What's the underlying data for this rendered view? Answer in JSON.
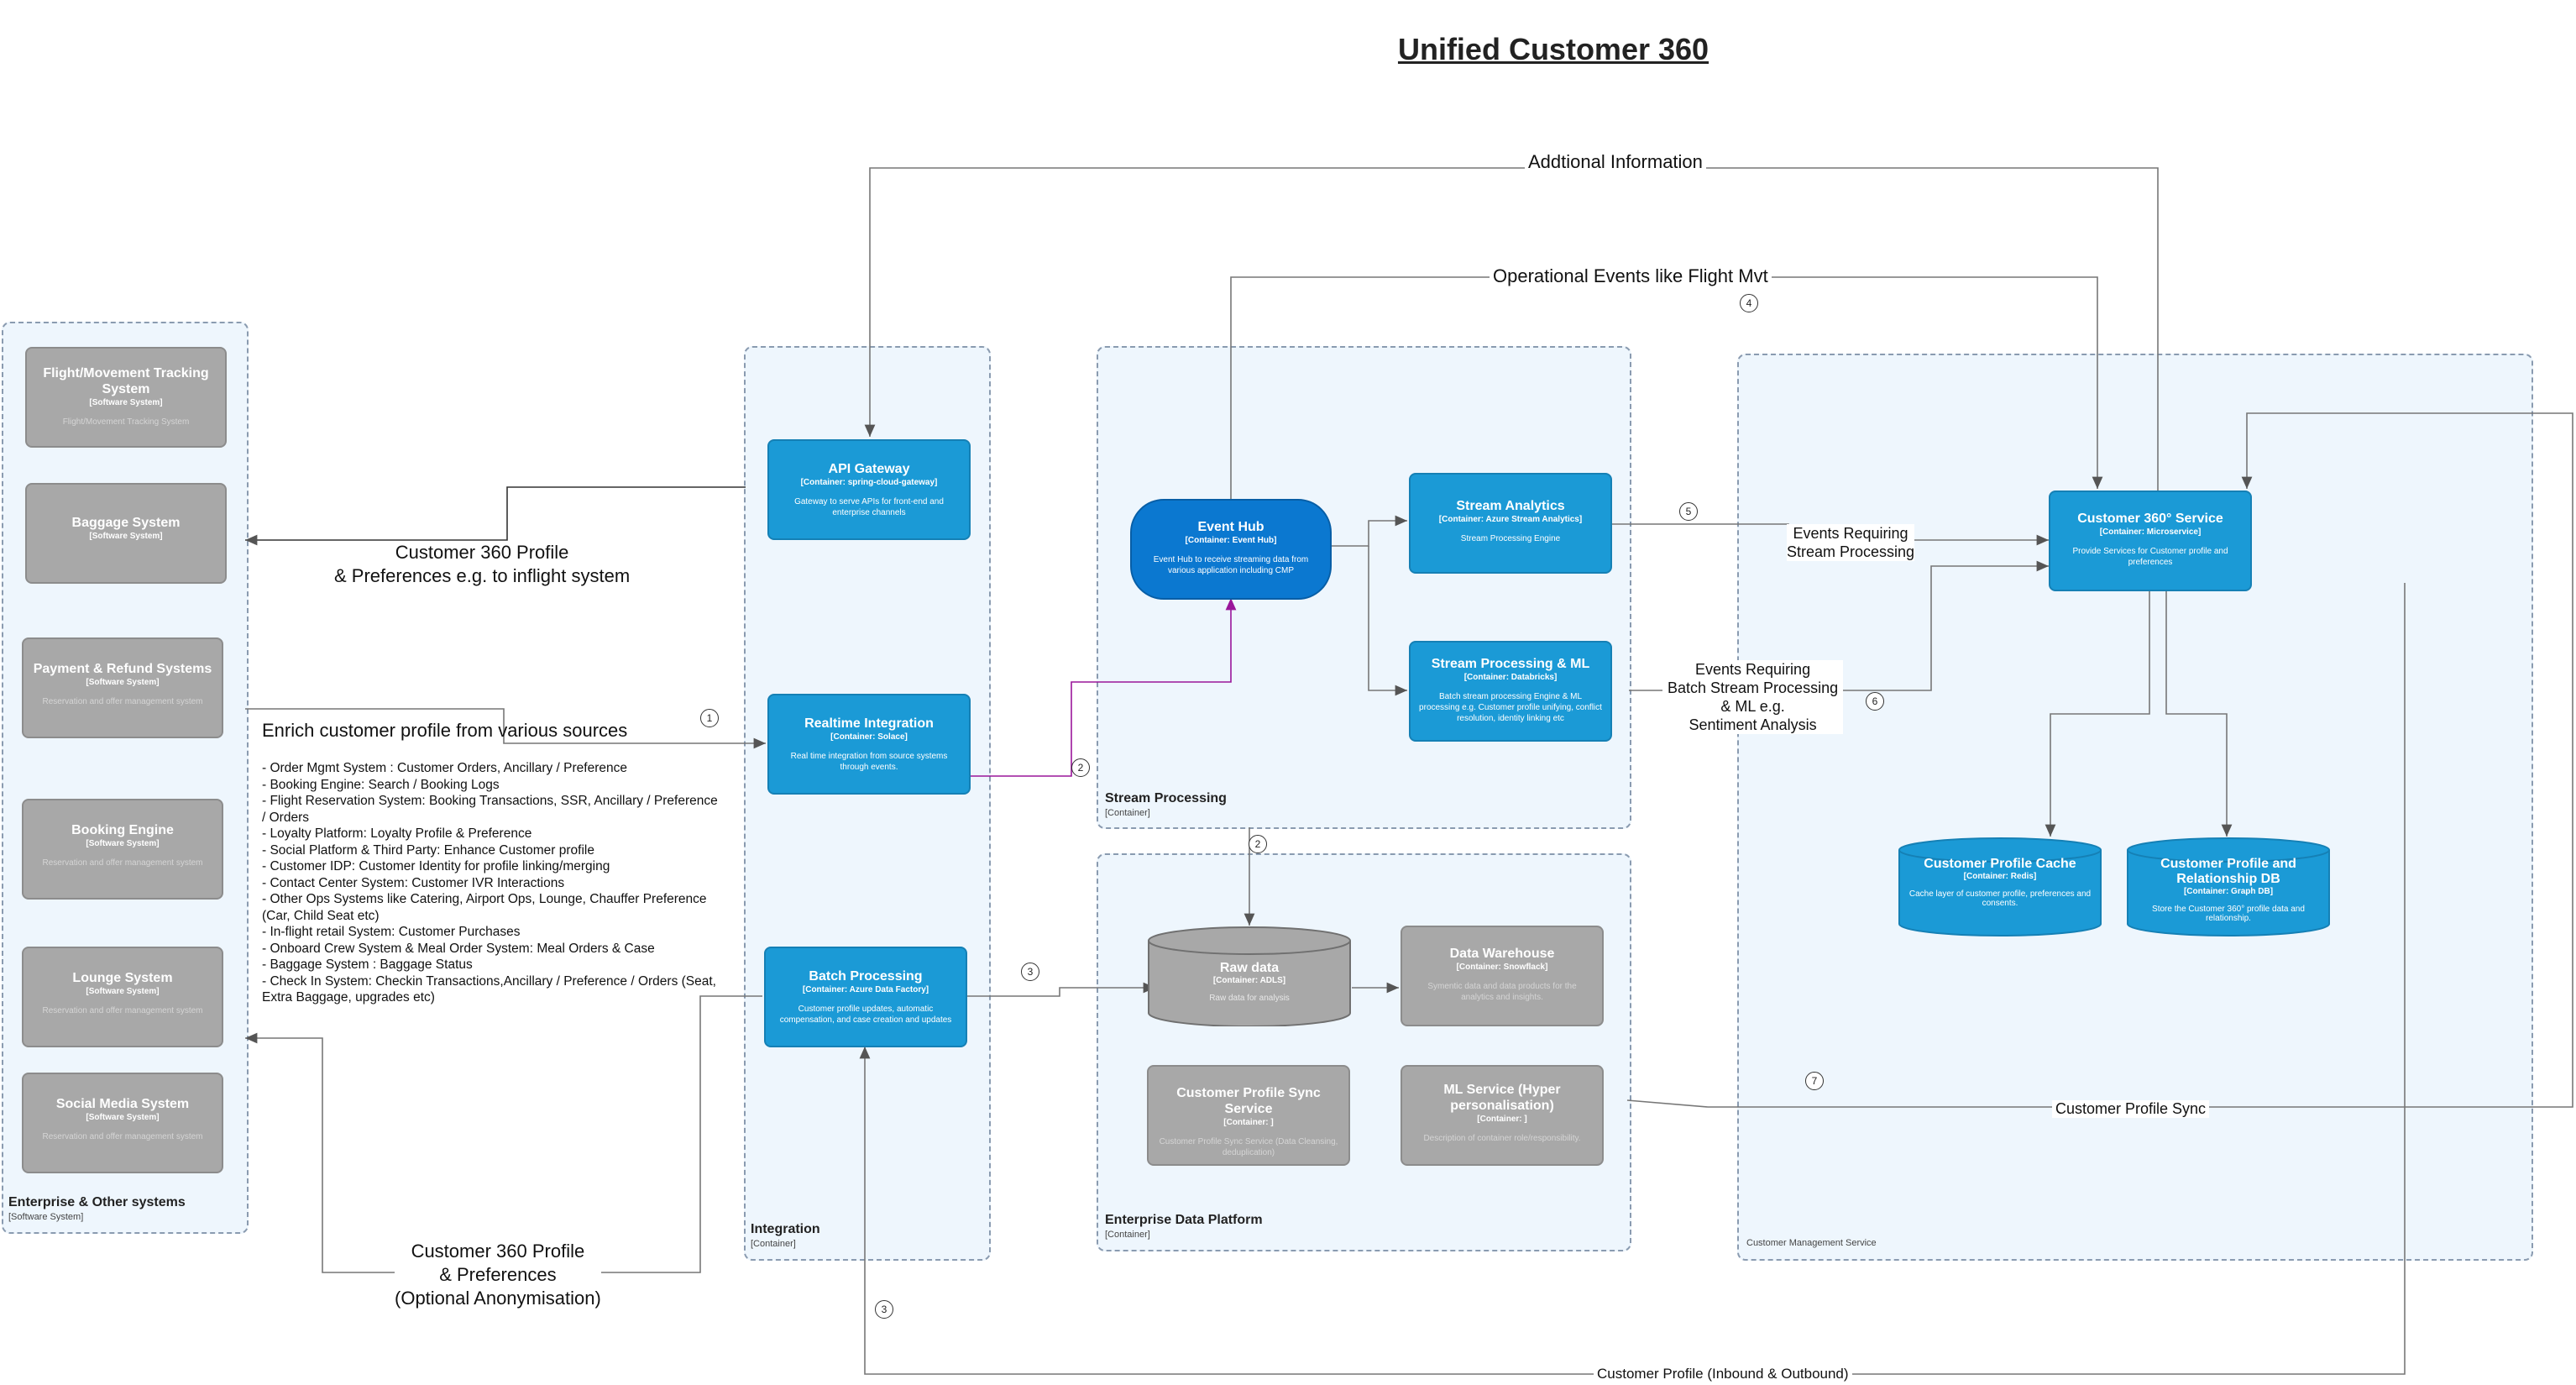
{
  "title": "Unified Customer 360",
  "boundaries": {
    "enterprise": {
      "label": "Enterprise & Other systems",
      "sub": "[Software System]"
    },
    "integration": {
      "label": "Integration",
      "sub": "[Container]"
    },
    "stream": {
      "label": "Stream Processing",
      "sub": "[Container]"
    },
    "edp": {
      "label": "Enterprise Data Platform",
      "sub": "[Container]"
    },
    "cms": {
      "label": "Customer Management Service",
      "sub": ""
    }
  },
  "systems": [
    {
      "title": "Flight/Movement Tracking System",
      "tech": "[Software System]",
      "desc": "Flight/Movement Tracking System"
    },
    {
      "title": "Baggage System",
      "tech": "[Software System]",
      "desc": ""
    },
    {
      "title": "Payment & Refund Systems",
      "tech": "[Software System]",
      "desc": "Reservation and offer management system"
    },
    {
      "title": "Booking Engine",
      "tech": "[Software System]",
      "desc": "Reservation and offer management system"
    },
    {
      "title": "Lounge System",
      "tech": "[Software System]",
      "desc": "Reservation and offer management system"
    },
    {
      "title": "Social Media System",
      "tech": "[Software System]",
      "desc": "Reservation and offer management system"
    }
  ],
  "integration": {
    "api": {
      "title": "API Gateway",
      "tech": "[Container: spring-cloud-gateway]",
      "desc": "Gateway to serve APIs for front-end and enterprise channels"
    },
    "realtime": {
      "title": "Realtime Integration",
      "tech": "[Container: Solace]",
      "desc": "Real time integration from source systems through events."
    },
    "batch": {
      "title": "Batch Processing",
      "tech": "[Container: Azure Data Factory]",
      "desc": "Customer profile updates, automatic compensation, and case creation and updates"
    }
  },
  "stream": {
    "eventhub": {
      "title": "Event Hub",
      "tech": "[Container: Event Hub]",
      "desc": "Event Hub to receive streaming data from various application including CMP"
    },
    "analytics": {
      "title": "Stream Analytics",
      "tech": "[Container: Azure Stream Analytics]",
      "desc": "Stream Processing Engine"
    },
    "ml": {
      "title": "Stream Processing & ML",
      "tech": "[Container: Databricks]",
      "desc": "Batch stream processing Engine & ML processing e.g. Customer profile unifying, conflict resolution, identity linking etc"
    }
  },
  "edp": {
    "raw": {
      "title": "Raw data",
      "tech": "[Container: ADLS]",
      "desc": "Raw data for analysis"
    },
    "dw": {
      "title": "Data Warehouse",
      "tech": "[Container: Snowflack]",
      "desc": "Symentic data and data products for the analytics and insights."
    },
    "sync": {
      "title": "Customer Profile Sync Service",
      "tech": "[Container: ]",
      "desc": "Customer Profile Sync Service (Data Cleansing, deduplication)"
    },
    "mlsvc": {
      "title": "ML Service (Hyper personalisation)",
      "tech": "[Container: ]",
      "desc": "Description of container role/responsibility."
    }
  },
  "cms": {
    "c360": {
      "title": "Customer 360° Service",
      "tech": "[Container: Microservice]",
      "desc": "Provide Services for Customer profile and preferences"
    },
    "cache": {
      "title": "Customer Profile Cache",
      "tech": "[Container: Redis]",
      "desc": "Cache layer of customer profile, preferences and consents."
    },
    "graph": {
      "title": "Customer Profile and Relationship DB",
      "tech": "[Container: Graph DB]",
      "desc": "Store the Customer 360° profile data and relationship."
    }
  },
  "labels": {
    "additional": "Addtional Information",
    "opevents": "Operational Events like Flight Mvt",
    "profile_pref_1": "Customer 360 Profile",
    "profile_pref_2": "& Preferences  e.g. to inflight system",
    "enrich": "Enrich customer profile from various sources",
    "stream_req_1": "Events Requiring",
    "stream_req_2": "Stream Processing",
    "batch_req_1": "Events Requiring",
    "batch_req_2": "Batch Stream Processing",
    "batch_req_3": "& ML e.g.",
    "batch_req_4": "Sentiment Analysis",
    "profile_sync": "Customer Profile Sync",
    "anon_1": "Customer 360 Profile",
    "anon_2": "& Preferences",
    "anon_3": "(Optional Anonymisation)",
    "inout": "Customer Profile (Inbound & Outbound)"
  },
  "sources": [
    "- Order Mgmt System :  Customer Orders, Ancillary / Preference",
    "- Booking Engine: Search / Booking Logs",
    "- Flight Reservation System: Booking Transactions, SSR, Ancillary / Preference",
    "/ Orders",
    "- Loyalty Platform: Loyalty Profile & Preference",
    "- Social  Platform & Third Party: Enhance Customer profile",
    "- Customer IDP: Customer Identity for profile linking/merging",
    "- Contact Center System: Customer IVR Interactions",
    "- Other Ops Systems like Catering, Airport Ops, Lounge, Chauffer Preference",
    "(Car, Child Seat etc)",
    "- In-flight retail System: Customer Purchases",
    "- Onboard Crew System & Meal Order System: Meal Orders & Case",
    "- Baggage System : Baggage Status",
    "- Check In System: Checkin Transactions,Ancillary / Preference / Orders (Seat,",
    "Extra Baggage, upgrades  etc)"
  ],
  "steps": [
    "1",
    "2",
    "2",
    "3",
    "3",
    "4",
    "5",
    "6",
    "7"
  ],
  "colors": {
    "container": "#1b9ad6",
    "eventhub": "#0b78d0",
    "grey": "#a8a8a8",
    "boundary": "#eef6fd",
    "purple": "#9a169a"
  }
}
